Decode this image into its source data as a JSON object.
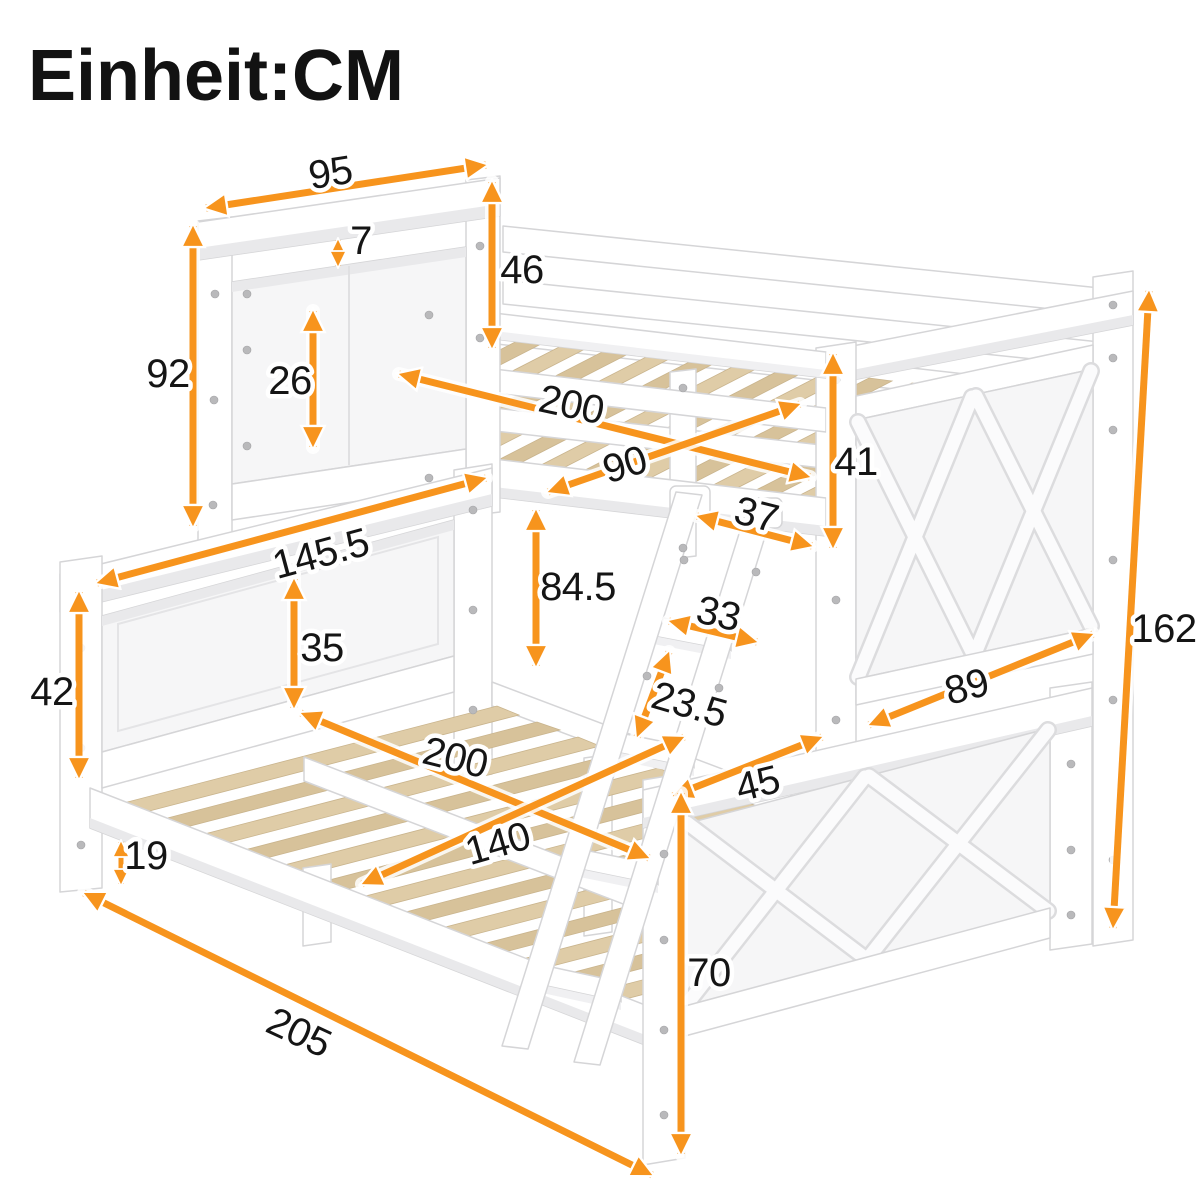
{
  "title": {
    "unit_label": "Einheit:CM"
  },
  "colors": {
    "arrow": "#F7941D",
    "label": "#151515",
    "bed_white": "#FFFFFF",
    "outline": "#D5D5D7",
    "slat": "#DFCCA7"
  },
  "dimensions": {
    "upper_headboard_width": "95",
    "upper_rail_gap": "7",
    "upper_guard_height": "46",
    "upper_headboard_height": "92",
    "guardrail_gap": "26",
    "upper_bed_length": "200",
    "upper_bed_width": "90",
    "guard_above_deck": "41",
    "ladder_top_depth": "37",
    "lower_headboard_width": "145.5",
    "bunk_clearance": "84.5",
    "ladder_step_width": "33",
    "ladder_step_gap": "23.5",
    "lower_panel_height": "35",
    "lower_headboard_height": "42",
    "lower_bed_length": "200",
    "lower_bed_width": "140",
    "lower_leg_height": "19",
    "ladder_foot_offset": "45",
    "lower_footboard_width": "89",
    "lower_footboard_height": "70",
    "total_height": "162",
    "total_length": "205"
  }
}
